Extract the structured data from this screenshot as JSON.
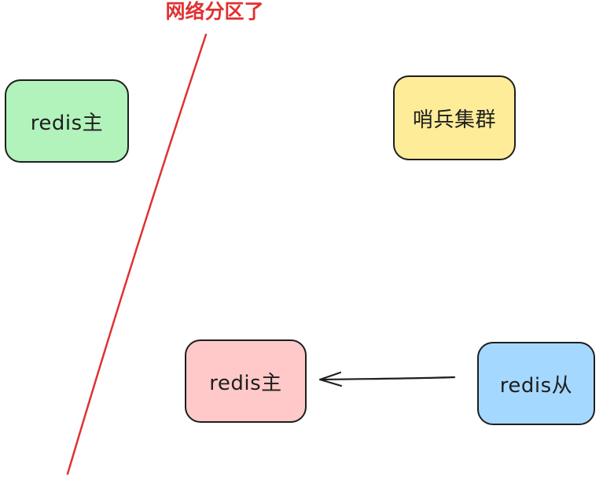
{
  "diagram": {
    "background": "#ffffff",
    "stroke_color": "#1e1e1e",
    "annotation": {
      "text": "网络分区了",
      "color": "#e03131"
    },
    "partition_line": {
      "color": "#e03131"
    },
    "nodes": {
      "redis_master_old": {
        "label": "redis主",
        "fill": "#b2f2bb"
      },
      "sentinel_cluster": {
        "label": "哨兵集群",
        "fill": "#ffec99"
      },
      "redis_master_new": {
        "label": "redis主",
        "fill": "#ffc9c9"
      },
      "redis_slave": {
        "label": "redis从",
        "fill": "#a5d8ff"
      }
    },
    "edge": {
      "from": "redis从",
      "to": "redis主",
      "direction": "left",
      "color": "#1e1e1e"
    }
  }
}
